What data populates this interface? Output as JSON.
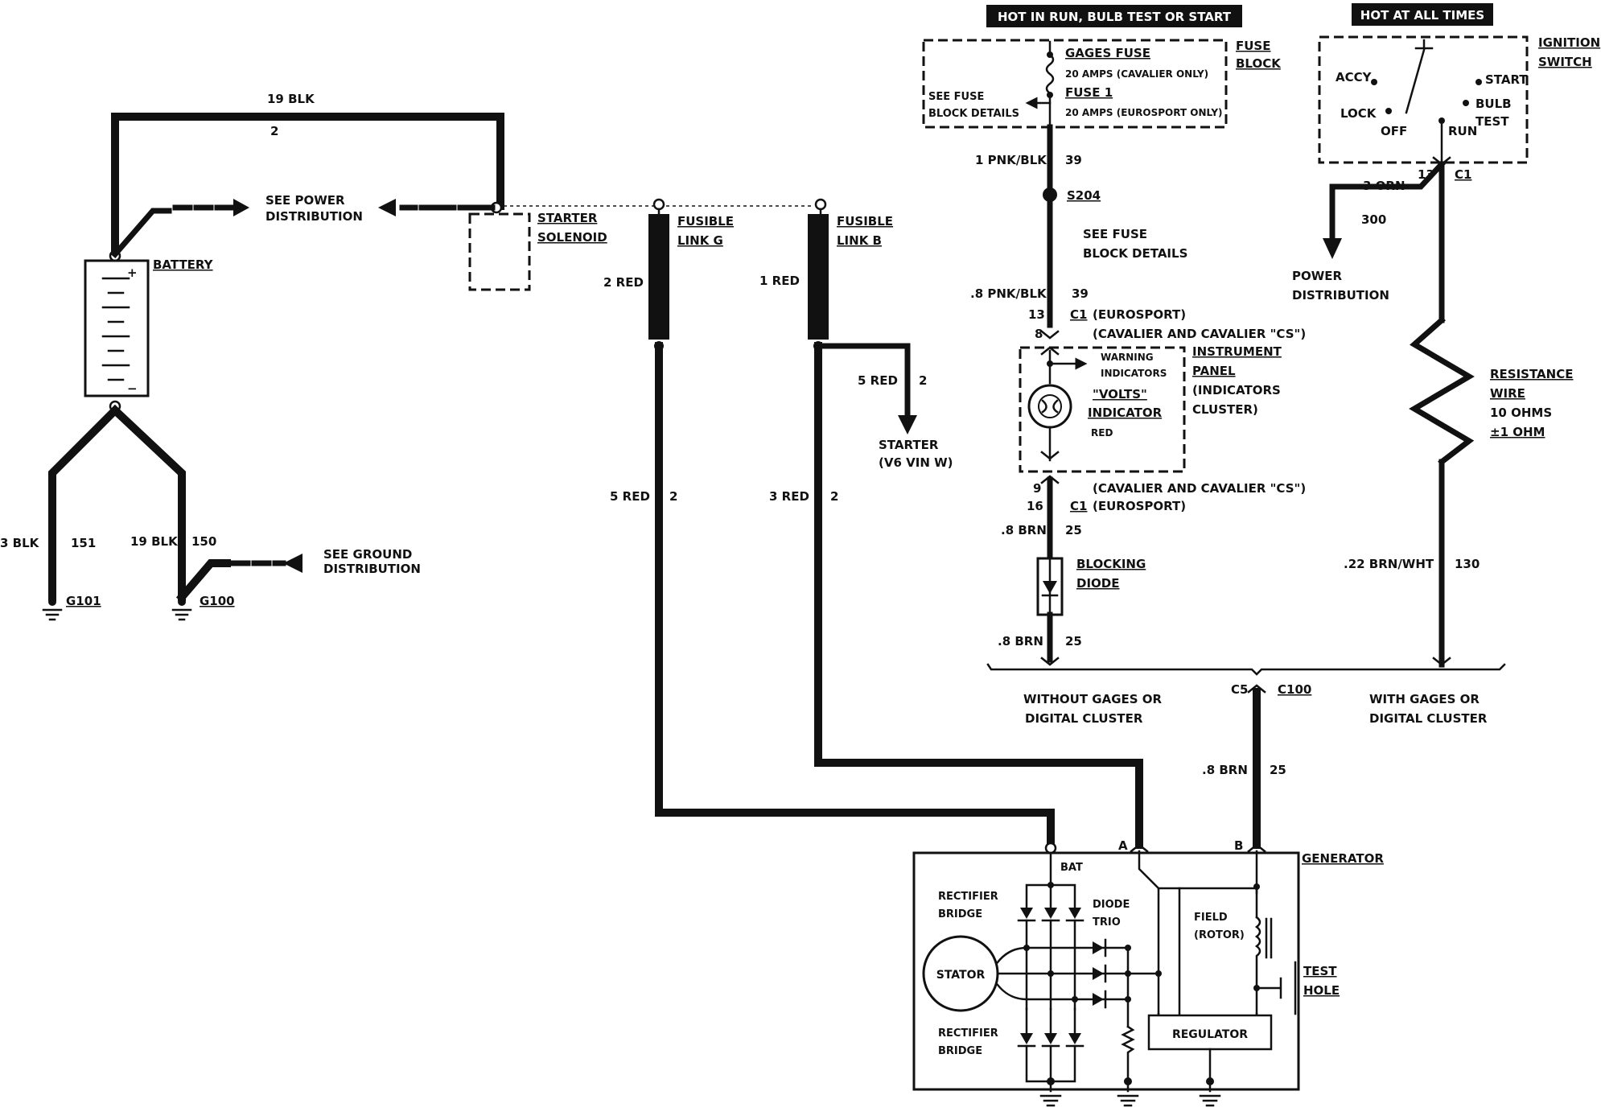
{
  "headers": {
    "hot_in_run": "HOT IN RUN, BULB TEST OR START",
    "hot_at_all_times": "HOT AT ALL TIMES"
  },
  "fuse_block": {
    "name_1": "FUSE",
    "name_2": "BLOCK",
    "gages_fuse": "GAGES FUSE",
    "gages_rating": "20 AMPS (CAVALIER ONLY)",
    "fuse1": "FUSE 1",
    "fuse1_rating": "20 AMPS (EUROSPORT ONLY)",
    "see_1": "SEE FUSE",
    "see_2": "BLOCK DETAILS"
  },
  "ignition": {
    "name_1": "IGNITION",
    "name_2": "SWITCH",
    "accy": "ACCY",
    "lock": "LOCK",
    "off": "OFF",
    "run": "RUN",
    "start": "START",
    "bulb": "BULB",
    "test": "TEST",
    "pin": "13",
    "conn": "C1"
  },
  "battery": {
    "label": "BATTERY",
    "plus": "+",
    "minus": "−",
    "top_wire": "19 BLK",
    "top_circuit": "2",
    "see_power_1": "SEE POWER",
    "see_power_2": "DISTRIBUTION",
    "gnd_wire_a": "3 BLK",
    "gnd_circuit_a": "151",
    "gnd_wire_b": "19 BLK",
    "gnd_circuit_b": "150",
    "g101": "G101",
    "g100": "G100",
    "see_ground_1": "SEE GROUND",
    "see_ground_2": "DISTRIBUTION"
  },
  "starter_solenoid": {
    "l1": "STARTER",
    "l2": "SOLENOID"
  },
  "fusible_g": {
    "l1": "FUSIBLE",
    "l2": "LINK G",
    "wire_top": "2 RED",
    "wire_bottom": "5 RED",
    "circuit": "2"
  },
  "fusible_b": {
    "l1": "FUSIBLE",
    "l2": "LINK B",
    "wire_top": "1 RED",
    "wire_bottom": "3 RED",
    "circuit": "2",
    "branch_wire": "5 RED",
    "branch_circuit": "2",
    "starter_1": "STARTER",
    "starter_2": "(V6 VIN W)"
  },
  "center": {
    "w1": "1 PNK/BLK",
    "c1": "39",
    "s204": "S204",
    "see_1": "SEE FUSE",
    "see_2": "BLOCK DETAILS",
    "w2": ".8 PNK/BLK",
    "c2": "39",
    "pin13": "13",
    "conn_c1a": "C1",
    "eurosport_a": "(EUROSPORT)",
    "pin8": "8",
    "cavalier_a": "(CAVALIER AND CAVALIER \"CS\")",
    "warning_1": "WARNING",
    "warning_2": "INDICATORS",
    "volts_1": "\"VOLTS\"",
    "volts_2": "INDICATOR",
    "red": "RED",
    "ip_1": "INSTRUMENT",
    "ip_2": "PANEL",
    "ip_3": "(INDICATORS",
    "ip_4": "CLUSTER)",
    "pin9": "9",
    "cavalier_b": "(CAVALIER AND CAVALIER \"CS\")",
    "pin16": "16",
    "conn_c1b": "C1",
    "eurosport_b": "(EUROSPORT)",
    "w3": ".8 BRN",
    "c3": "25",
    "diode_1": "BLOCKING",
    "diode_2": "DIODE",
    "w4": ".8 BRN",
    "c4": "25",
    "without_1": "WITHOUT GAGES OR",
    "without_2": "DIGITAL CLUSTER",
    "with_1": "WITH GAGES OR",
    "with_2": "DIGITAL CLUSTER",
    "c5": "C5",
    "c100": "C100",
    "w5": ".8 BRN",
    "c5n": "25"
  },
  "right": {
    "w_orn": "3 ORN",
    "c_orn": "300",
    "power_1": "POWER",
    "power_2": "DISTRIBUTION",
    "rw_1": "RESISTANCE",
    "rw_2": "WIRE",
    "rw_3": "10 OHMS",
    "rw_4": "±1 OHM",
    "w_brn": ".22 BRN/WHT",
    "c_brn": "130"
  },
  "generator": {
    "label": "GENERATOR",
    "bat": "BAT",
    "a": "A",
    "b": "B",
    "rect_1": "RECTIFIER",
    "rect_2": "BRIDGE",
    "rect_3": "RECTIFIER",
    "rect_4": "BRIDGE",
    "trio_1": "DIODE",
    "trio_2": "TRIO",
    "stator": "STATOR",
    "field_1": "FIELD",
    "field_2": "(ROTOR)",
    "regulator": "REGULATOR",
    "test_1": "TEST",
    "test_2": "HOLE"
  }
}
